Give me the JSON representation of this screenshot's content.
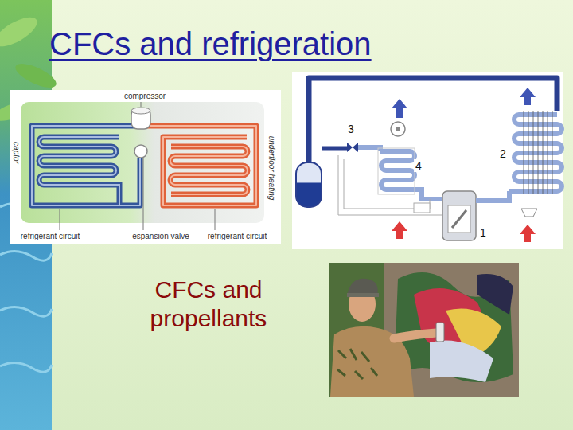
{
  "diagram": {
    "title": "CFCs and refrigeration",
    "labels": [
      "compressor",
      "captor",
      "underfloor heating",
      "refrigerant circuit",
      "espansion valve",
      "refrigerant circuit",
      "3",
      "2",
      "4",
      "1",
      "CFCs and propellants"
    ]
  }
}
